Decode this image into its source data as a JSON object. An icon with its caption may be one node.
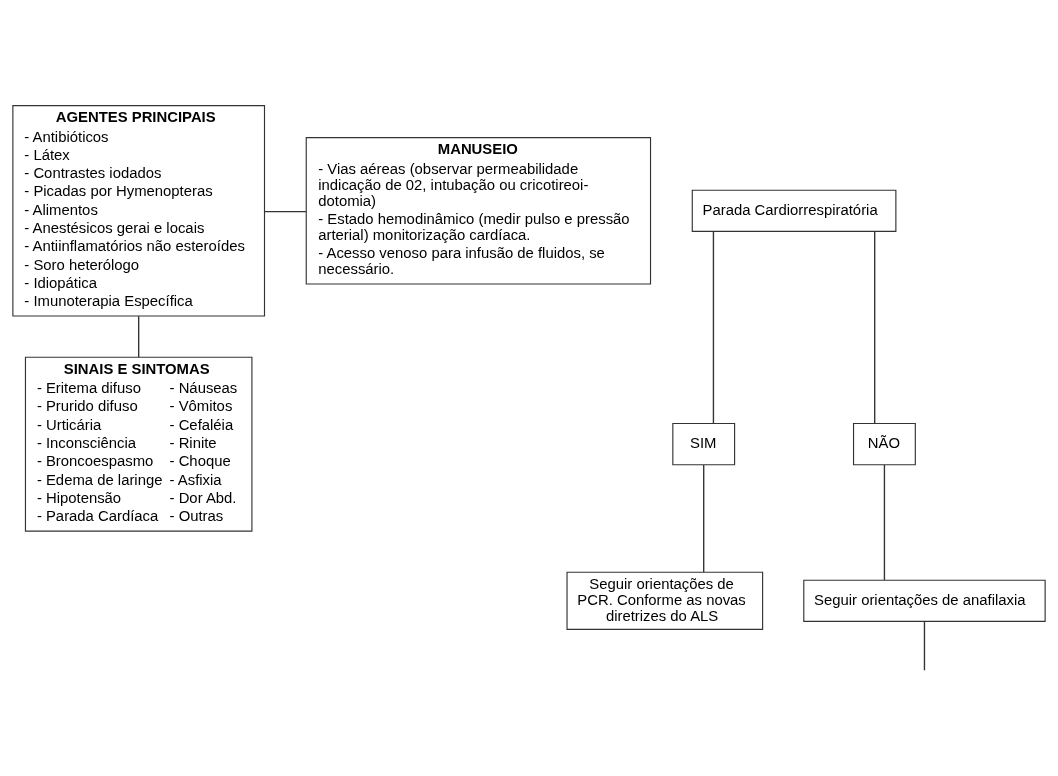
{
  "diagram": {
    "nodes": [
      {
        "text": [
          "AGENTES PRINCIPAIS",
          "- Antibióticos",
          "- Látex",
          "- Contrastes iodados",
          "- Picadas por Hymenopteras",
          "- Alimentos",
          "- Anestésicos gerai e locais",
          "- Antiinflamatórios não esteroídes",
          "- Soro heterólogo",
          "- Idiopática",
          "- Imunoterapia Específica"
        ]
      },
      {
        "text": [
          "MANUSEIO",
          "- Vias aéreas (observar permeabilidade indicação de 02, intubação ou cricotireoi- dotomia)",
          "- Estado hemodinâmico (medir pulso e pressão arterial) monitorização cardíaca.",
          "- Acesso venoso para infusão de fluidos, se necessário."
        ]
      },
      {
        "text": [
          "SINAIS E SINTOMAS",
          "- Eritema difuso",
          "- Prurido difuso",
          "- Urticária",
          "- Inconsciência",
          "- Broncoespasmo",
          "- Edema de laringe",
          "- Hipotensão",
          "- Parada Cardíaca",
          "- Náuseas",
          "- Vômitos",
          "- Cefaléia",
          "- Rinite",
          "- Choque",
          "- Asfixia",
          "- Dor Abd.",
          "- Outras"
        ]
      },
      {
        "text": [
          "Parada Cardiorrespiratória"
        ]
      },
      {
        "text": [
          "SIM"
        ]
      },
      {
        "text": [
          "NÃO"
        ]
      },
      {
        "text": [
          "Seguir orientações de PCR. Conforme as novas diretrizes do ALS"
        ]
      },
      {
        "text": [
          "Seguir orientações de anafilaxia"
        ]
      }
    ],
    "edges": [
      {
        "from": 0,
        "to": 1,
        "arrow": "none"
      },
      {
        "from": 0,
        "to": 2,
        "arrow": "none"
      },
      {
        "from": 3,
        "to": 4,
        "arrow": "none"
      },
      {
        "from": 3,
        "to": 5,
        "arrow": "none"
      },
      {
        "from": 4,
        "to": 6,
        "arrow": "none"
      },
      {
        "from": 5,
        "to": 7,
        "arrow": "none"
      },
      {
        "from": 7,
        "to": null,
        "arrow": "none"
      }
    ]
  }
}
